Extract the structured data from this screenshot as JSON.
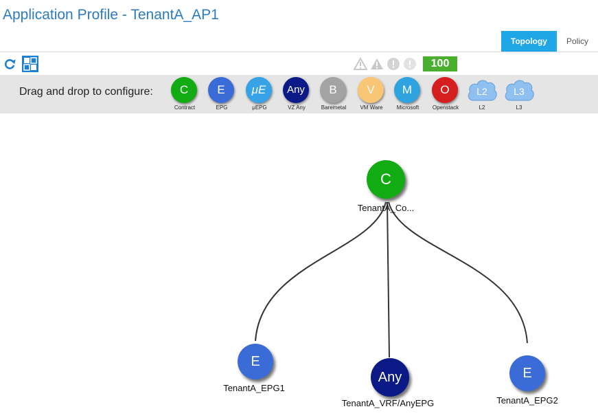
{
  "page": {
    "title": "Application Profile - TenantA_AP1"
  },
  "tabs": [
    {
      "label": "Topology",
      "active": true
    },
    {
      "label": "Policy",
      "active": false
    }
  ],
  "toolbar": {
    "refresh_icon": "refresh-icon",
    "layout_icon": "layout-grid-icon",
    "health_score": "100"
  },
  "palette": {
    "label": "Drag and drop to configure:",
    "items": [
      {
        "glyph": "C",
        "caption": "Contract",
        "color": "#13ab13"
      },
      {
        "glyph": "E",
        "caption": "EPG",
        "color": "#3a6bd6"
      },
      {
        "glyph": "μE",
        "caption": "μEPG",
        "color": "#37a2e6"
      },
      {
        "glyph": "Any",
        "caption": "VZ Any",
        "color": "#0b1a86"
      },
      {
        "glyph": "B",
        "caption": "Baremetal",
        "color": "#a3a3a3"
      },
      {
        "glyph": "V",
        "caption": "VM Ware",
        "color": "#f8c674"
      },
      {
        "glyph": "M",
        "caption": "Microsoft",
        "color": "#2fa3e0"
      },
      {
        "glyph": "O",
        "caption": "Openstack",
        "color": "#d51f1f"
      },
      {
        "glyph": "L2",
        "caption": "L2",
        "color": "#8fc0f0"
      },
      {
        "glyph": "L3",
        "caption": "L3",
        "color": "#8fc0f0"
      }
    ]
  },
  "topology": {
    "contract": {
      "glyph": "C",
      "label": "TenantA_Co...",
      "color": "#13ab13"
    },
    "epg1": {
      "glyph": "E",
      "label": "TenantA_EPG1",
      "color": "#3a6bd6"
    },
    "vzany": {
      "glyph": "Any",
      "label": "TenantA_VRF/AnyEPG",
      "color": "#0b1a86"
    },
    "epg2": {
      "glyph": "E",
      "label": "TenantA_EPG2",
      "color": "#3a6bd6"
    }
  }
}
